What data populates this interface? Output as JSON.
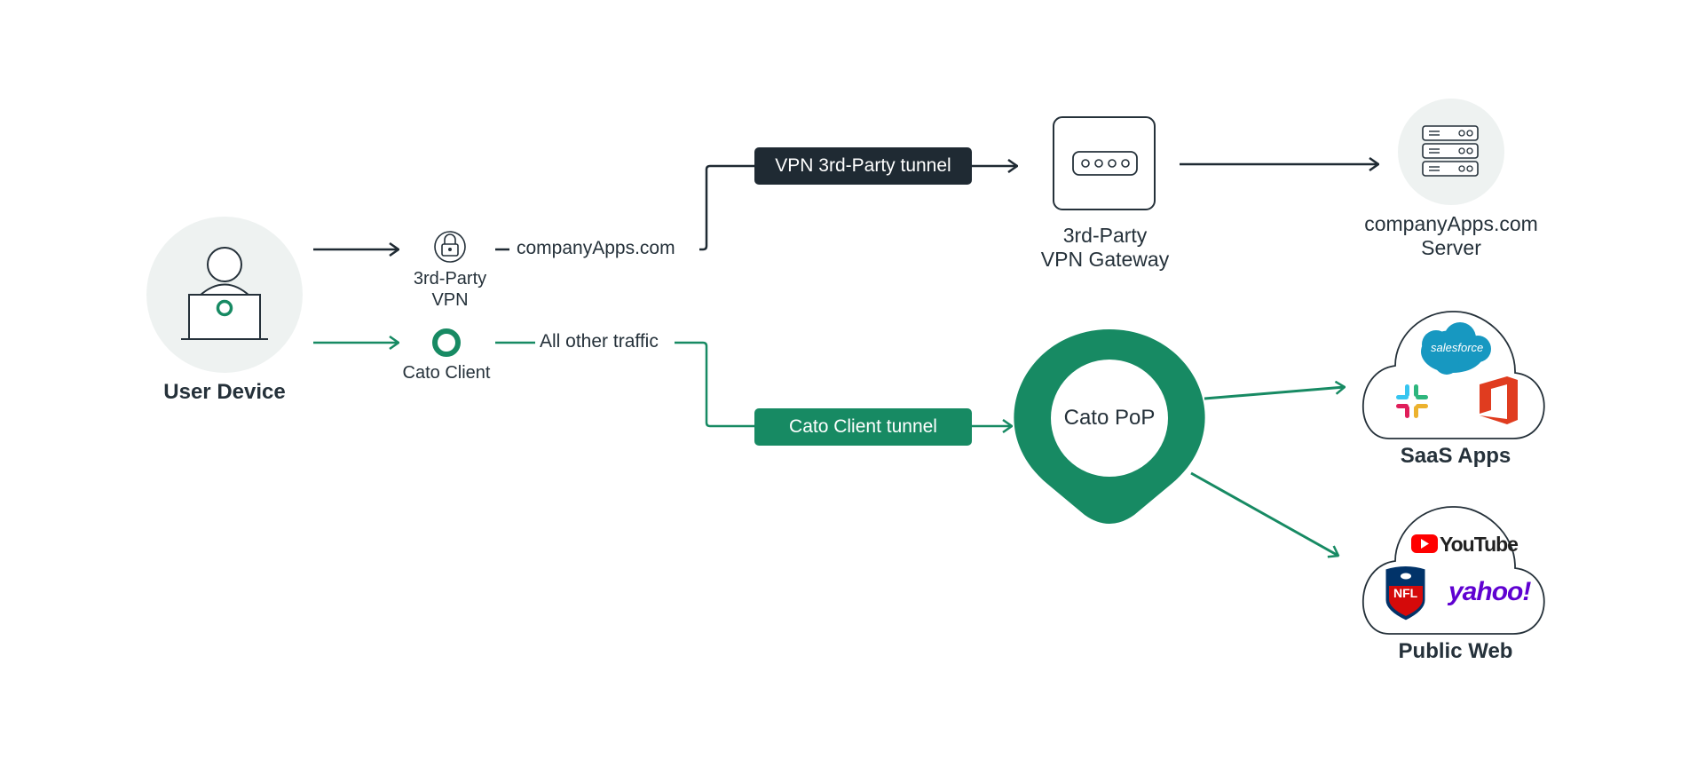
{
  "nodes": {
    "user_device": "User Device",
    "vpn_line1": "3rd-Party",
    "vpn_line2": "VPN",
    "cato_client": "Cato Client",
    "gateway_line1": "3rd-Party",
    "gateway_line2": "VPN Gateway",
    "server_line1": "companyApps.com",
    "server_line2": "Server",
    "cato_pop": "Cato PoP",
    "saas_apps": "SaaS Apps",
    "public_web": "Public Web"
  },
  "routes": {
    "company_traffic": "companyApps.com",
    "other_traffic": "All other traffic"
  },
  "tunnels": {
    "vpn_tunnel": "VPN 3rd-Party tunnel",
    "cato_tunnel": "Cato Client tunnel"
  },
  "logos": {
    "salesforce": "salesforce",
    "youtube": "YouTube",
    "nfl": "NFL",
    "yahoo": "yahoo!"
  },
  "colors": {
    "dark": "#1f2a33",
    "green": "#178a63",
    "circle_bg": "#eef2f1",
    "salesforce": "#1798c1",
    "office": "#e03c1f",
    "youtube_red": "#ff0000",
    "nfl_blue": "#013369",
    "nfl_red": "#d50a0a",
    "yahoo": "#5f01d1"
  },
  "icons": [
    "person-laptop-icon",
    "lock-icon",
    "cato-client-ring-icon",
    "vpn-gateway-icon",
    "server-rack-icon",
    "map-pin-icon",
    "cloud-icon",
    "slack-icon",
    "office-icon"
  ]
}
